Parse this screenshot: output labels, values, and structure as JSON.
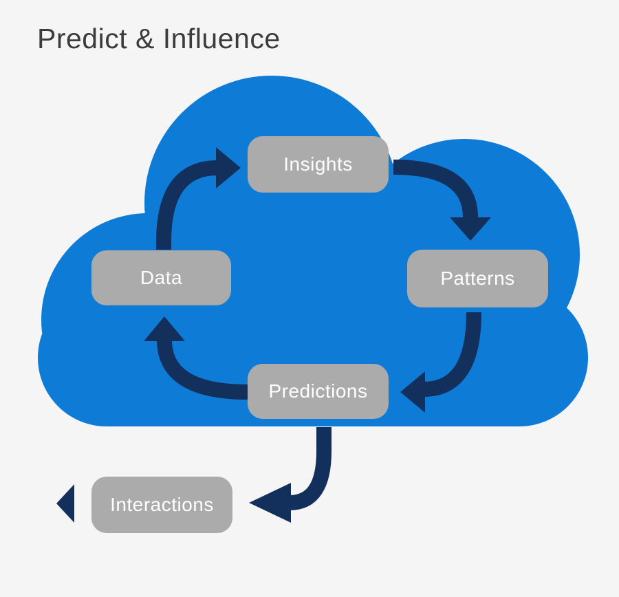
{
  "title": "Predict & Influence",
  "nodes": [
    {
      "id": "insights",
      "label": "Insights"
    },
    {
      "id": "data",
      "label": "Data"
    },
    {
      "id": "patterns",
      "label": "Patterns"
    },
    {
      "id": "predictions",
      "label": "Predictions"
    },
    {
      "id": "interactions",
      "label": "Interactions"
    }
  ],
  "arrows": [
    {
      "from": "data",
      "to": "insights",
      "direction": "up-then-right"
    },
    {
      "from": "insights",
      "to": "patterns",
      "direction": "right-then-down"
    },
    {
      "from": "patterns",
      "to": "predictions",
      "direction": "down-then-left"
    },
    {
      "from": "predictions",
      "to": "data",
      "direction": "left-then-up"
    },
    {
      "from": "predictions",
      "to": "interactions",
      "direction": "down-then-left"
    }
  ],
  "extra_shapes": [
    {
      "id": "left-exit-triangle",
      "description": "small navy triangle pointing left, left of Interactions box"
    }
  ],
  "cycle_direction": "clockwise",
  "colors": {
    "background": "#f5f5f6",
    "cloud_blue": "#0e7cd6",
    "arrow_navy": "#132f5c",
    "node_gray": "#ababab",
    "node_text": "#ffffff",
    "title_text": "#3c3c3c"
  }
}
